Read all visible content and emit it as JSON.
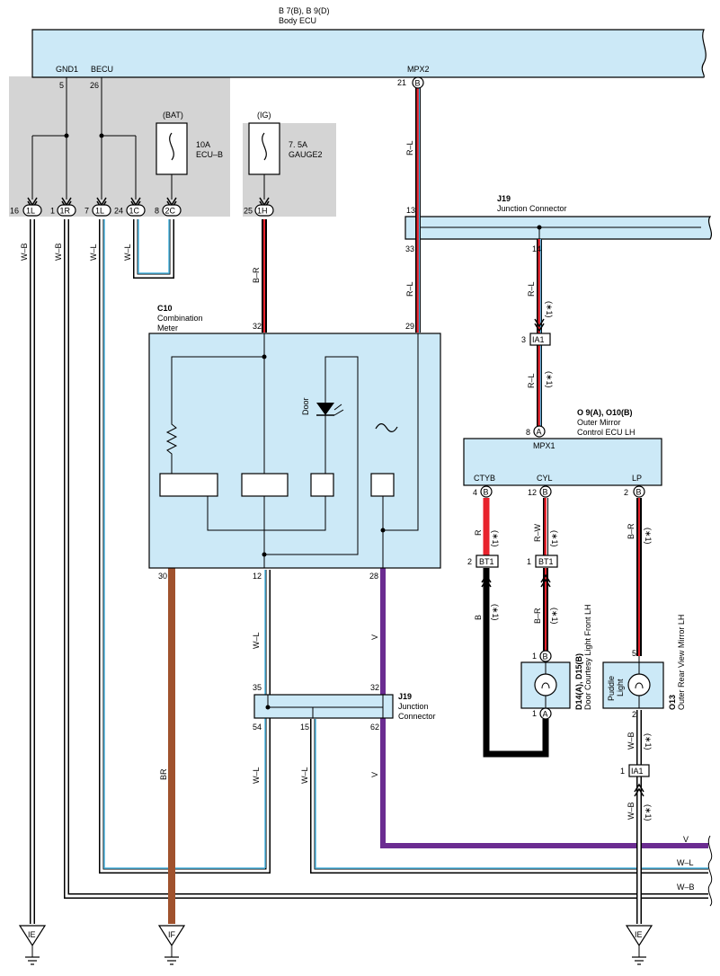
{
  "body_ecu": {
    "code": "B 7(B), B 9(D)",
    "name": "Body ECU",
    "gnd": "GND1",
    "becu": "BECU",
    "mpx": "MPX2"
  },
  "fuses": {
    "bat_source": "(BAT)",
    "bat_amp": "10A",
    "bat_name": "ECU–B",
    "ig_source": "(IG)",
    "ig_amp": "7. 5A",
    "ig_name": "GAUGE2"
  },
  "junction_top": {
    "code": "J19",
    "name": "Junction Connector"
  },
  "junction_bottom": {
    "code": "J19",
    "name1": "Junction",
    "name2": "Connector"
  },
  "meter": {
    "code": "C10",
    "name1": "Combination",
    "name2": "Meter",
    "door": "Door"
  },
  "mirror_ecu": {
    "code": "O 9(A), O10(B)",
    "name1": "Outer Mirror",
    "name2": "Control ECU LH",
    "mpx": "MPX1",
    "ctyb": "CTYB",
    "cyl": "CYL",
    "lp": "LP"
  },
  "courtesy": {
    "code": "D14(A), D15(B)",
    "name": "Door Courtesy Light Front LH"
  },
  "puddle": {
    "code": "O13",
    "name": "Outer Rear View Mirror LH",
    "inner1": "Puddle",
    "inner2": "Light"
  },
  "pins": {
    "p5": "5",
    "p26": "26",
    "p21": "21",
    "pB": "B",
    "pA": "A",
    "p16": "16",
    "p1L": "1L",
    "p1": "1",
    "p1R": "1R",
    "p7": "7",
    "p24": "24",
    "p1C": "1C",
    "p8": "8",
    "p2C": "2C",
    "p25": "25",
    "p1H": "1H",
    "p13": "13",
    "p33": "33",
    "p14": "14",
    "p3": "3",
    "pIA1": "IA1",
    "p32": "32",
    "p29": "29",
    "p30": "30",
    "p12": "12",
    "p28": "28",
    "p35": "35",
    "p54": "54",
    "p15": "15",
    "p62": "62",
    "p4": "4",
    "p2": "2",
    "pBT1": "BT1"
  },
  "wires": {
    "wb": "W–B",
    "wl": "W–L",
    "br_wire": "B–R",
    "rl": "R–L",
    "r": "R",
    "rw": "R–W",
    "b": "B",
    "br": "BR",
    "v": "V"
  },
  "notes": {
    "star1": "(∗1)"
  },
  "grounds": {
    "ie": "IE",
    "if": "IF"
  },
  "colors": {
    "panel": "#cce9f7",
    "fuse_gray": "#d4d4d4",
    "purple": "#6b2c91",
    "brown": "#a0522d",
    "red": "#e8222c",
    "blue_stripe": "#4fb7e3"
  }
}
